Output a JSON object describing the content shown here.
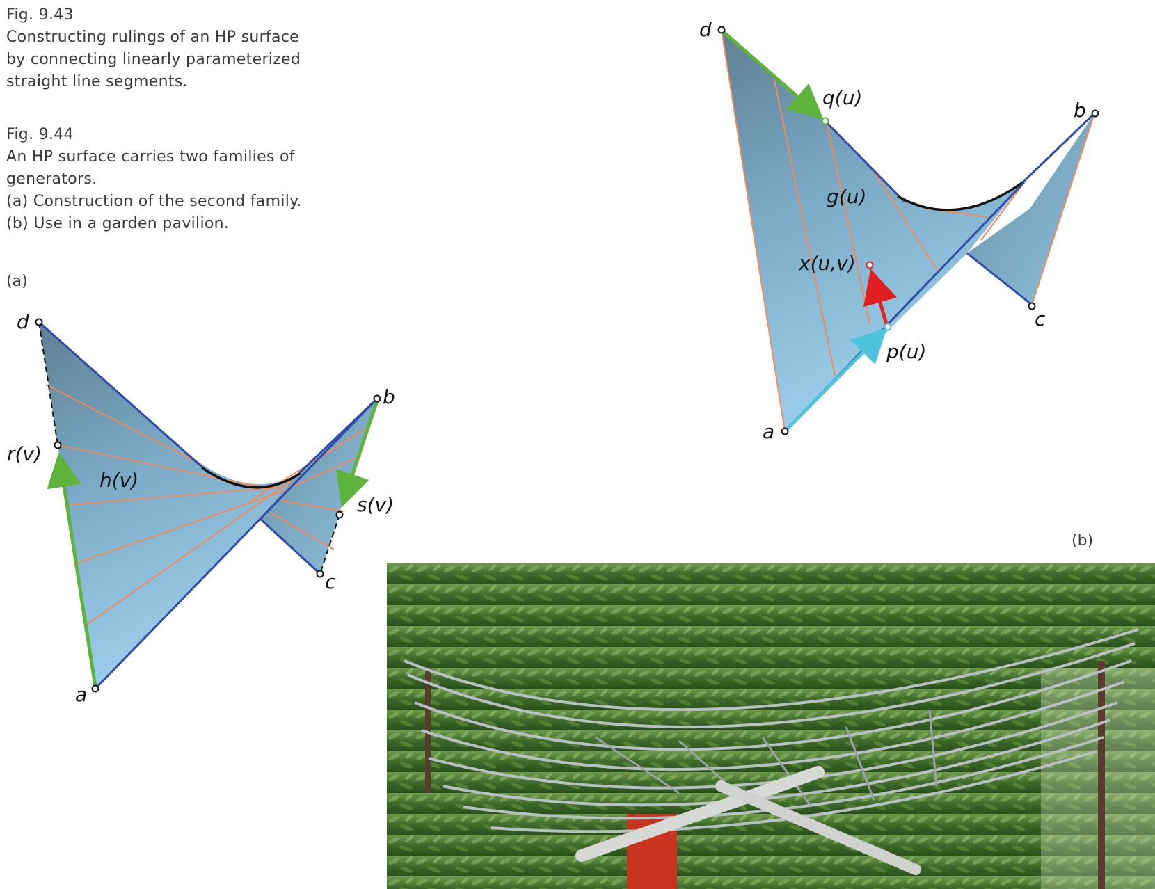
{
  "captions": {
    "fig943": {
      "number": "Fig. 9.43",
      "lines": [
        "Constructing rulings of an HP surface",
        "by connecting linearly parameterized",
        "straight line segments."
      ]
    },
    "fig944": {
      "number": "Fig. 9.44",
      "lines": [
        "An HP surface carries two families of",
        "generators.",
        "(a) Construction of the second family.",
        "(b) Use in a garden pavilion."
      ]
    }
  },
  "panels": {
    "a": "(a)",
    "b": "(b)"
  },
  "fig943_labels": {
    "d": "d",
    "q": "q(u)",
    "b": "b",
    "g": "g(u)",
    "x": "x(u,v)",
    "c": "c",
    "p": "p(u)",
    "a": "a"
  },
  "fig944a_labels": {
    "d": "d",
    "b": "b",
    "r": "r(v)",
    "h": "h(v)",
    "s": "s(v)",
    "c": "c",
    "a": "a"
  },
  "colors": {
    "surface": "#8fc8e6",
    "edge": "#2f4aa8",
    "ruling": "#f08a5d",
    "green_arrow": "#5db33c",
    "cyan_arrow": "#4ec3dc",
    "red_arrow": "#e02020",
    "foliage": "#3f6b2a",
    "pavilion_red": "#c8341f"
  }
}
